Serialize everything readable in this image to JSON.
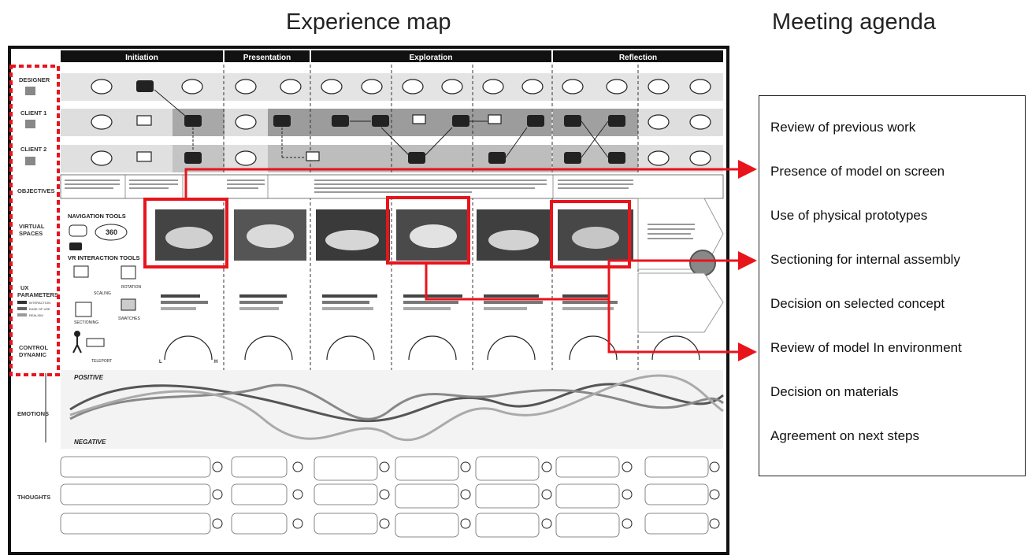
{
  "titles": {
    "experience_map": "Experience map",
    "meeting_agenda": "Meeting agenda"
  },
  "phases": [
    "Initiation",
    "Presentation",
    "Exploration",
    "Reflection"
  ],
  "rows": {
    "designer": "DESIGNER",
    "client1": "CLIENT 1",
    "client2": "CLIENT 2",
    "objectives": "OBJECTIVES",
    "virtual_spaces": [
      "VIRTUAL",
      "SPACES"
    ],
    "ux_parameters": [
      "UX",
      "PARAMETERS"
    ],
    "control_dynamic": [
      "CONTROL",
      "DYNAMIC"
    ],
    "emotions": "EMOTIONS",
    "thoughts": "THOUGHTS"
  },
  "ux_legend": [
    "INTERACTION",
    "EASE OF USE",
    "REALISM"
  ],
  "tools": {
    "navigation": "NAVIGATION TOOLS",
    "vr_interaction": "VR INTERACTION TOOLS",
    "scaling": "SCALING",
    "rotation": "ROTATION",
    "sectioning": "SECTIONING",
    "swatches": "SWATCHES",
    "teleport": "TELEPORT",
    "degrees": "360"
  },
  "emotion_axis": {
    "positive": "POSITIVE",
    "negative": "NEGATIVE"
  },
  "dial": {
    "low": "L",
    "high": "H"
  },
  "agenda_items": [
    "Review of previous work",
    "Presence of model on screen",
    "Use of physical prototypes",
    "Sectioning for internal assembly",
    "Decision on selected concept",
    "Review of model In environment",
    "Decision on materials",
    "Agreement on next steps"
  ],
  "colors": {
    "highlight": "#e8141c",
    "frame": "#111111",
    "band_light": "#e2e2e2",
    "band_dark": "#9a9a9a"
  }
}
